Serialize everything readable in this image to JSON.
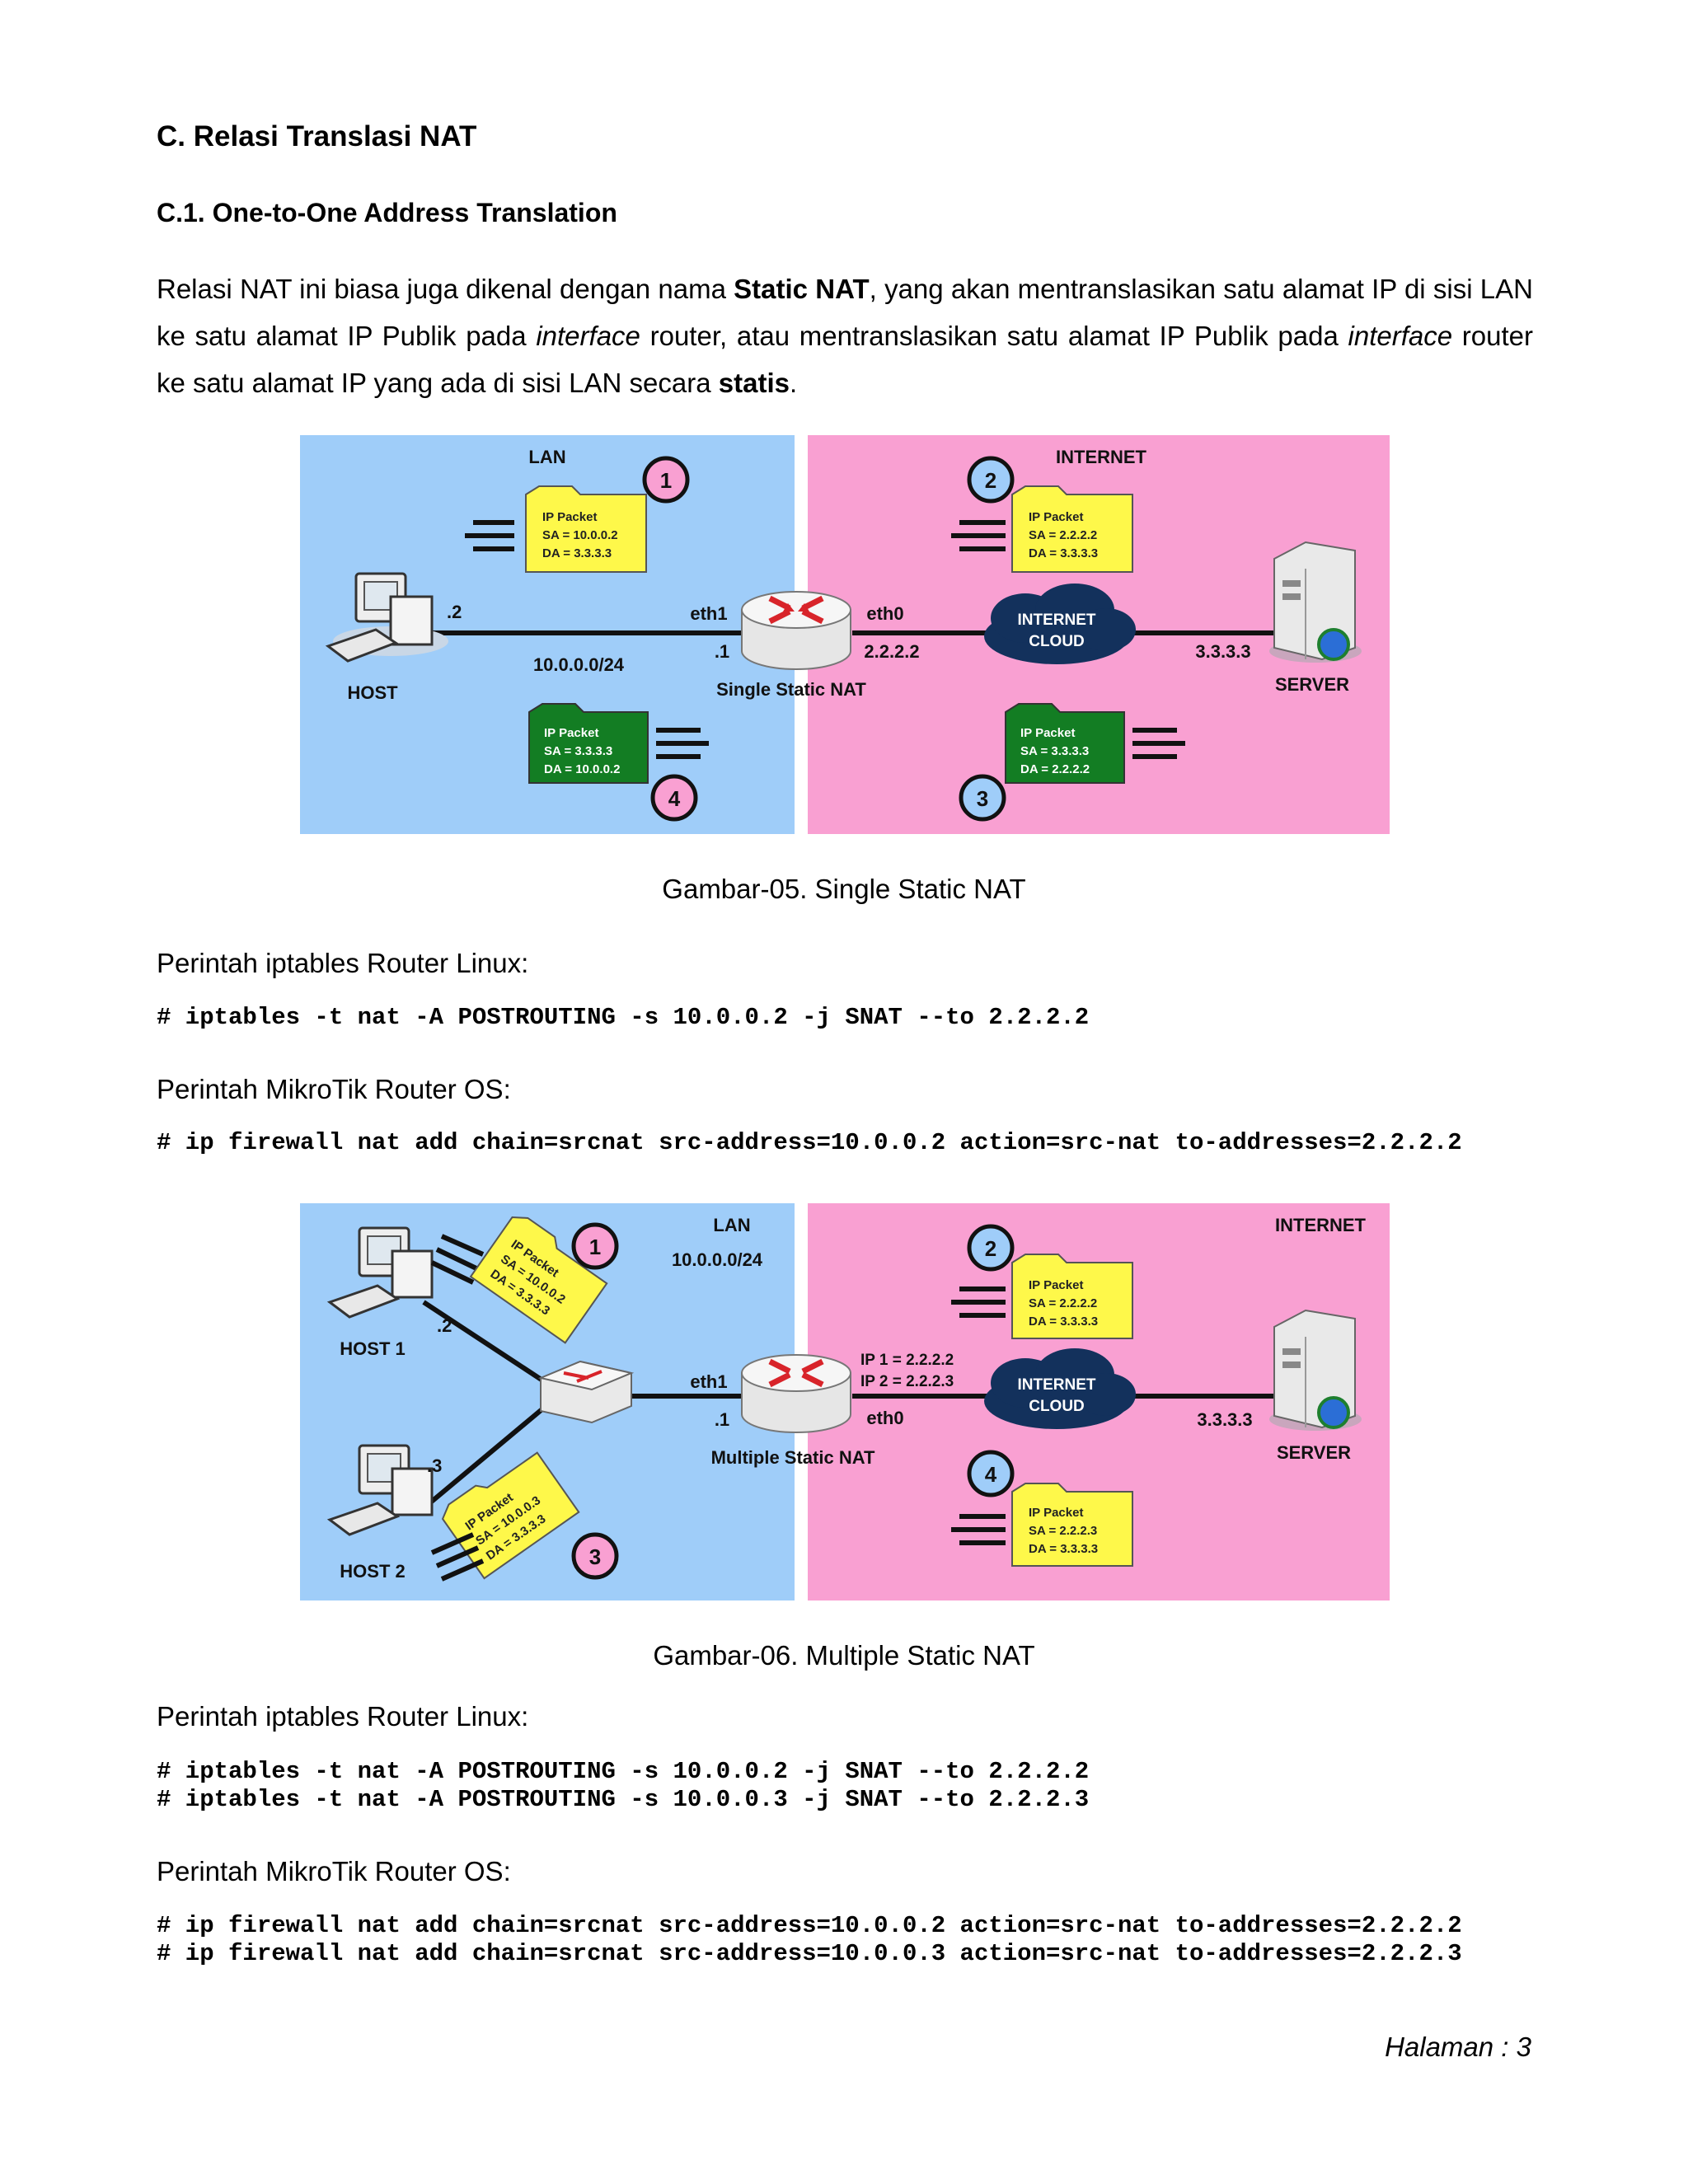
{
  "heading": "C. Relasi Translasi NAT",
  "subheading": "C.1. One-to-One Address Translation",
  "intro": {
    "t1": "Relasi NAT ini biasa juga dikenal dengan nama ",
    "b1": "Static NAT",
    "t2": ", yang akan mentranslasikan satu alamat IP di sisi LAN ke satu alamat IP Publik pada ",
    "i1": "interface",
    "t3": " router, atau mentranslasikan satu alamat IP Publik pada ",
    "i2": "interface",
    "t4": " router ke satu alamat IP yang ada di sisi LAN secara ",
    "b2": "statis",
    "t5": "."
  },
  "figure1": {
    "lan_label": "LAN",
    "internet_label": "INTERNET",
    "host_label": "HOST",
    "host_ip": ".2",
    "network": "10.0.0.0/24",
    "eth1": "eth1",
    "router_ip": ".1",
    "eth0": "eth0",
    "public_ip": "2.2.2.2",
    "router_label": "Single Static NAT",
    "cloud_line1": "INTERNET",
    "cloud_line2": "CLOUD",
    "server_ip": "3.3.3.3",
    "server_label": "SERVER",
    "packets": [
      {
        "num": "1",
        "title": "IP Packet",
        "sa": "SA = 10.0.0.2",
        "da": "DA = 3.3.3.3"
      },
      {
        "num": "2",
        "title": "IP Packet",
        "sa": "SA = 2.2.2.2",
        "da": "DA = 3.3.3.3"
      },
      {
        "num": "3",
        "title": "IP Packet",
        "sa": "SA = 3.3.3.3",
        "da": "DA = 2.2.2.2"
      },
      {
        "num": "4",
        "title": "IP Packet",
        "sa": "SA = 3.3.3.3",
        "da": "DA = 10.0.0.2"
      }
    ],
    "caption": "Gambar-05. Single Static NAT"
  },
  "section1": {
    "label_linux": "Perintah iptables Router Linux:",
    "linux_cmd": "# iptables -t nat -A POSTROUTING -s 10.0.0.2 -j SNAT --to 2.2.2.2",
    "label_mikrotik": "Perintah MikroTik Router OS:",
    "mikrotik_cmd": "# ip firewall nat add chain=srcnat src-address=10.0.0.2 action=src-nat to-addresses=2.2.2.2"
  },
  "figure2": {
    "lan_label": "LAN",
    "network": "10.0.0.0/24",
    "internet_label": "INTERNET",
    "host1_label": "HOST 1",
    "host1_ip": ".2",
    "host2_label": "HOST 2",
    "host2_ip": ".3",
    "eth1": "eth1",
    "router_ip": ".1",
    "ip1": "IP 1 = 2.2.2.2",
    "ip2": "IP 2 = 2.2.2.3",
    "eth0": "eth0",
    "router_label": "Multiple Static NAT",
    "cloud_line1": "INTERNET",
    "cloud_line2": "CLOUD",
    "server_ip": "3.3.3.3",
    "server_label": "SERVER",
    "packets": [
      {
        "num": "1",
        "title": "IP Packet",
        "sa": "SA = 10.0.0.2",
        "da": "DA = 3.3.3.3"
      },
      {
        "num": "2",
        "title": "IP Packet",
        "sa": "SA = 2.2.2.2",
        "da": "DA = 3.3.3.3"
      },
      {
        "num": "3",
        "title": "IP Packet",
        "sa": "SA = 10.0.0.3",
        "da": "DA = 3.3.3.3"
      },
      {
        "num": "4",
        "title": "IP Packet",
        "sa": "SA = 2.2.2.3",
        "da": "DA = 3.3.3.3"
      }
    ],
    "caption": "Gambar-06. Multiple Static NAT"
  },
  "section2": {
    "label_linux": "Perintah iptables Router Linux:",
    "linux_cmd1": "# iptables -t nat -A POSTROUTING -s 10.0.0.2 -j SNAT --to 2.2.2.2",
    "linux_cmd2": "# iptables -t nat -A POSTROUTING -s 10.0.0.3 -j SNAT --to 2.2.2.3",
    "label_mikrotik": "Perintah MikroTik Router OS:",
    "mikrotik_cmd1": "# ip firewall nat add chain=srcnat src-address=10.0.0.2 action=src-nat to-addresses=2.2.2.2",
    "mikrotik_cmd2": "# ip firewall nat add chain=srcnat src-address=10.0.0.3 action=src-nat to-addresses=2.2.2.3"
  },
  "footer": "Halaman : 3",
  "colors": {
    "lan_bg": "#9fcdf9",
    "internet_bg": "#f9a0d2",
    "packet_out": "#fef84a",
    "packet_in": "#137d23",
    "router_arrow": "#d8242a"
  }
}
